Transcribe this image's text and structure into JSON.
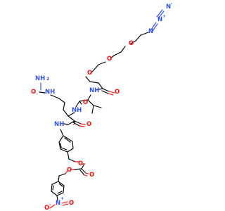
{
  "colors": {
    "background": "#ffffff",
    "bond": "#000000",
    "oxygen": "#ff0d0d",
    "nitrogen": "#3050f8"
  },
  "labels": {
    "azide_n1": "N",
    "azide_n2": "N",
    "azide_n3": "N",
    "azide_plus": "+",
    "azide_minus": "-",
    "peg_o1": "O",
    "peg_o2": "O",
    "peg_o3": "O",
    "val_nh": "NH",
    "val_co_o": "O",
    "amide_o1": "O",
    "amide_nh2": "NH",
    "urea_nh2": "NH",
    "urea_sub": "2",
    "urea_o": "O",
    "urea_nh": "NH",
    "amide_o2": "O",
    "aryl_nh": "NH",
    "carbonate_o1": "O",
    "carbonate_o2": "O",
    "carbonate_o3": "O",
    "nitro_n": "N",
    "nitro_plus": "+",
    "nitro_o1": "O",
    "nitro_o2": "O",
    "nitro_minus": "-"
  }
}
